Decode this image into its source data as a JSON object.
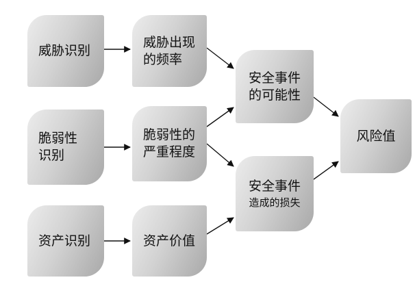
{
  "diagram": {
    "nodes": [
      {
        "id": "threat-identification",
        "lines": [
          "威胁识别"
        ]
      },
      {
        "id": "threat-frequency",
        "lines": [
          "威胁出现",
          "的频率"
        ]
      },
      {
        "id": "vulnerability-identification",
        "lines": [
          "脆弱性",
          "识别"
        ]
      },
      {
        "id": "vulnerability-severity",
        "lines": [
          "脆弱性的",
          "严重程度"
        ]
      },
      {
        "id": "asset-identification",
        "lines": [
          "资产识别"
        ]
      },
      {
        "id": "asset-value",
        "lines": [
          "资产价值"
        ]
      },
      {
        "id": "event-probability",
        "lines": [
          "安全事件",
          "的可能性"
        ]
      },
      {
        "id": "event-loss",
        "lines": [
          "安全事件",
          "造成的损失"
        ]
      },
      {
        "id": "risk-value",
        "lines": [
          "风险值"
        ]
      }
    ],
    "edges": [
      {
        "from": "threat-identification",
        "to": "threat-frequency"
      },
      {
        "from": "vulnerability-identification",
        "to": "vulnerability-severity"
      },
      {
        "from": "asset-identification",
        "to": "asset-value"
      },
      {
        "from": "threat-frequency",
        "to": "event-probability"
      },
      {
        "from": "vulnerability-severity",
        "to": "event-probability"
      },
      {
        "from": "vulnerability-severity",
        "to": "event-loss"
      },
      {
        "from": "asset-value",
        "to": "event-loss"
      },
      {
        "from": "event-probability",
        "to": "risk-value"
      },
      {
        "from": "event-loss",
        "to": "risk-value"
      }
    ]
  }
}
